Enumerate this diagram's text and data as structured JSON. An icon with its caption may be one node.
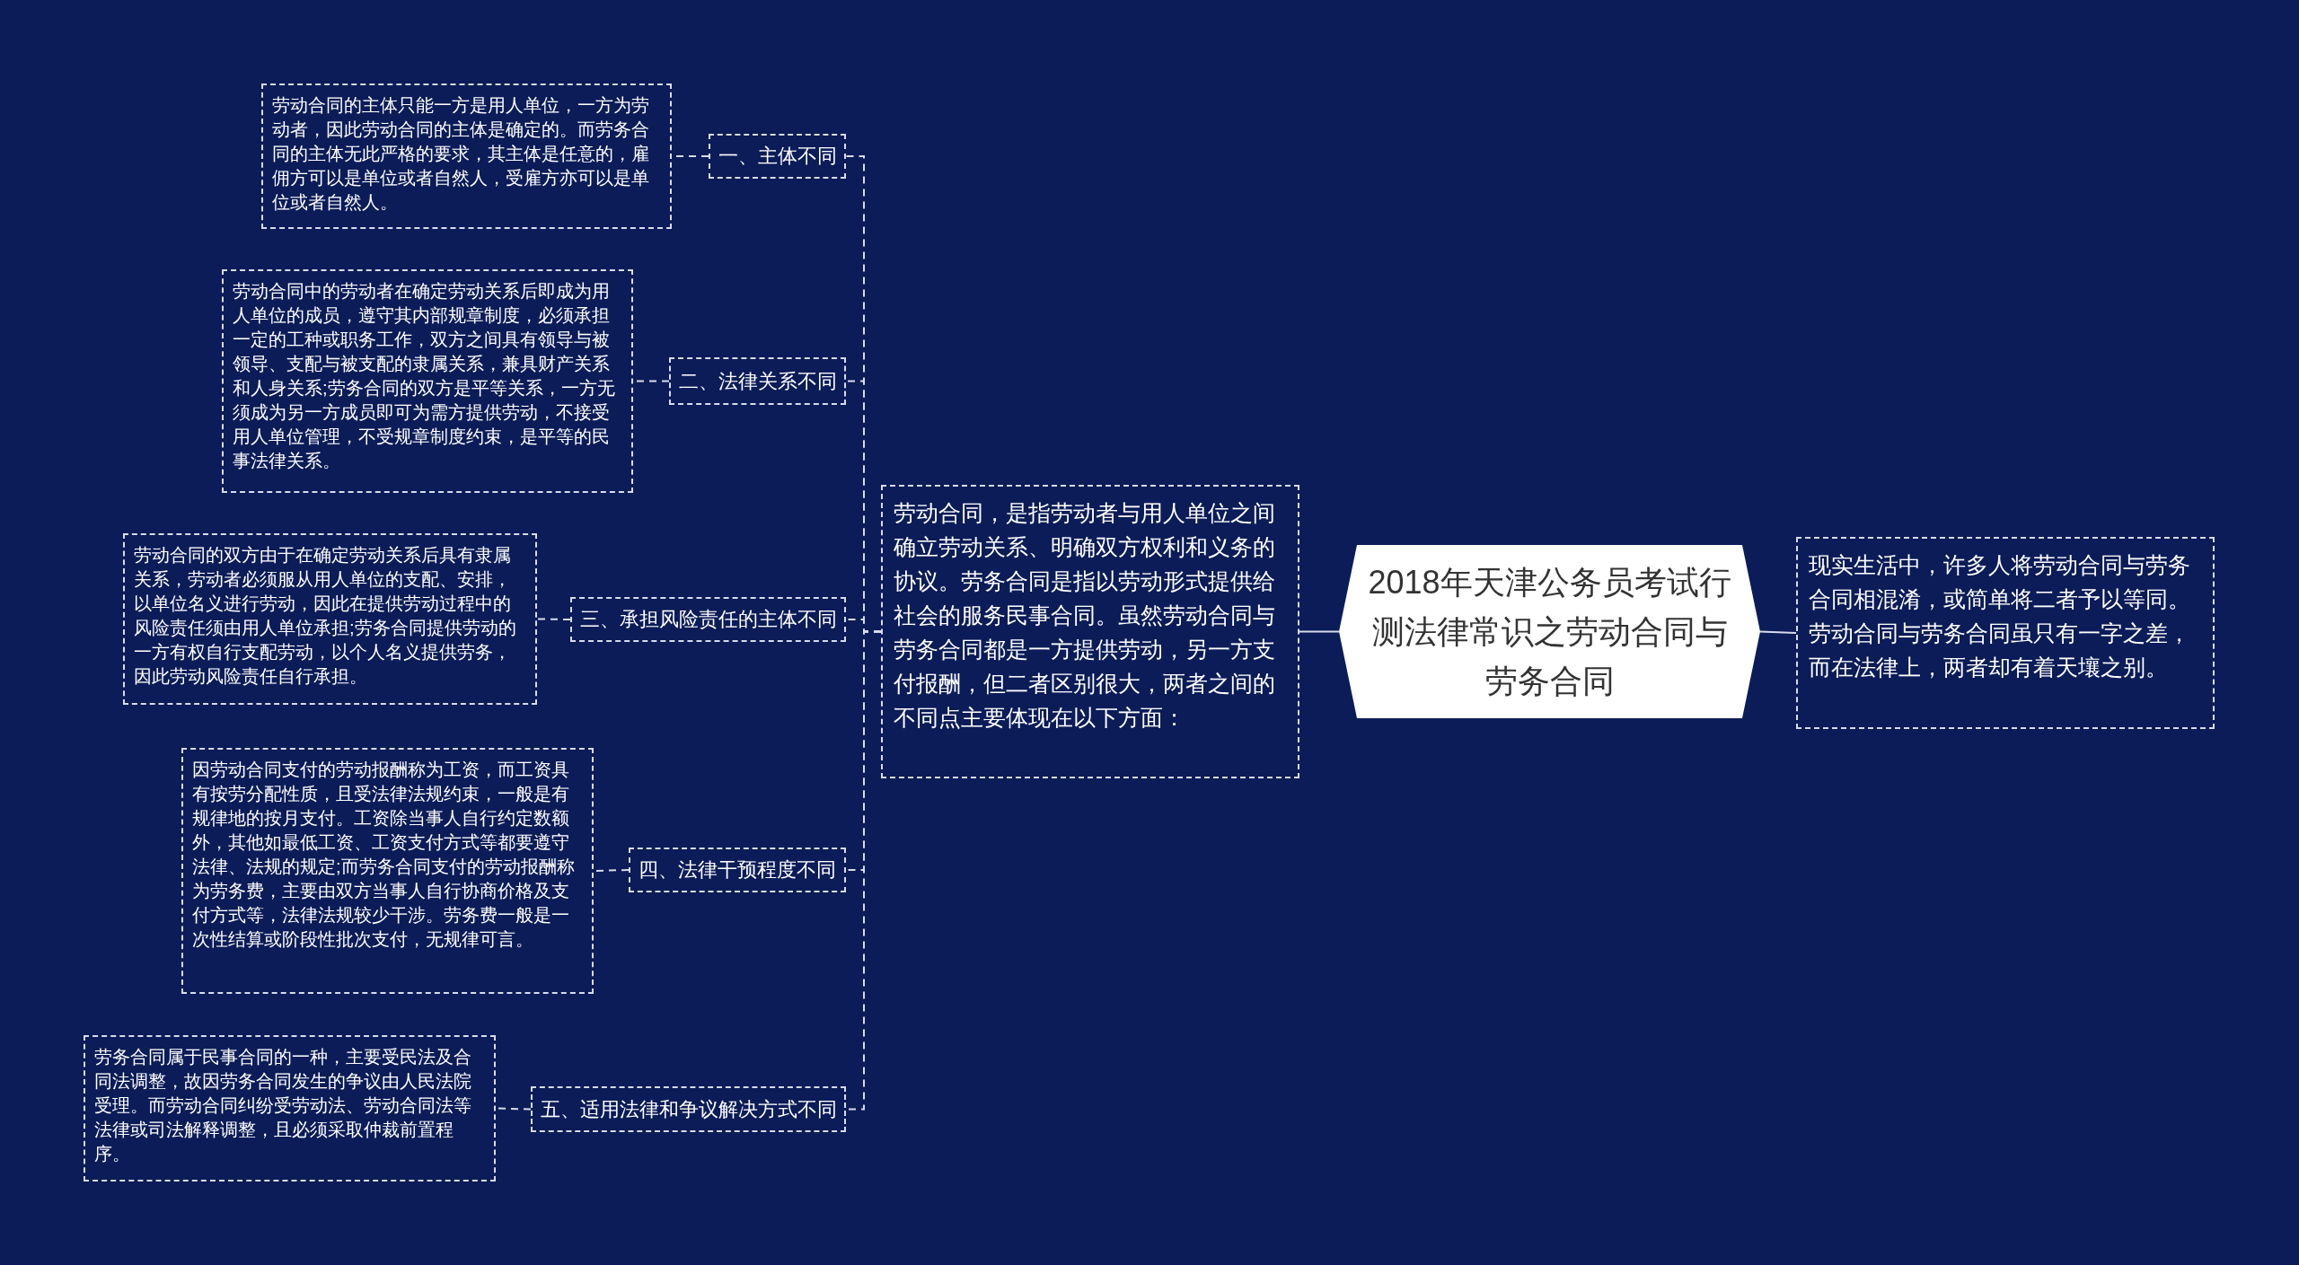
{
  "diagram": {
    "nodes": [
      {
        "text": [
          "2018年天津公务员考试行测法律常识之劳动合同与劳务合同"
        ]
      },
      {
        "text": [
          "劳动合同，是指劳动者与用人单位之间确立劳动关系、明确双方权利和义务的协议。劳务合同是指以劳动形式提供给社会的服务民事合同。虽然劳动合同与劳务合同都是一方提供劳动，另一方支付报酬，但二者区别很大，两者之间的不同点主要体现在以下方面："
        ]
      },
      {
        "text": [
          "现实生活中，许多人将劳动合同与劳务合同相混淆，或简单将二者予以等同。劳动合同与劳务合同虽只有一字之差，而在法律上，两者却有着天壤之别。"
        ]
      },
      {
        "text": [
          "一、主体不同"
        ]
      },
      {
        "text": [
          "劳动合同的主体只能一方是用人单位，一方为劳动者，因此劳动合同的主体是确定的。而劳务合同的主体无此严格的要求，其主体是任意的，雇佣方可以是单位或者自然人，受雇方亦可以是单位或者自然人。"
        ]
      },
      {
        "text": [
          "二、法律关系不同"
        ]
      },
      {
        "text": [
          "劳动合同中的劳动者在确定劳动关系后即成为用人单位的成员，遵守其内部规章制度，必须承担一定的工种或职务工作，双方之间具有领导与被领导、支配与被支配的隶属关系，兼具财产关系和人身关系;劳务合同的双方是平等关系，一方无须成为另一方成员即可为需方提供劳动，不接受用人单位管理，不受规章制度约束，是平等的民事法律关系。"
        ]
      },
      {
        "text": [
          "三、承担风险责任的主体不同"
        ]
      },
      {
        "text": [
          "劳动合同的双方由于在确定劳动关系后具有隶属关系，劳动者必须服从用人单位的支配、安排，以单位名义进行劳动，因此在提供劳动过程中的风险责任须由用人单位承担;劳务合同提供劳动的一方有权自行支配劳动，以个人名义提供劳务，因此劳动风险责任自行承担。"
        ]
      },
      {
        "text": [
          "四、法律干预程度不同"
        ]
      },
      {
        "text": [
          "因劳动合同支付的劳动报酬称为工资，而工资具有按劳分配性质，且受法律法规约束，一般是有规律地的按月支付。工资除当事人自行约定数额外，其他如最低工资、工资支付方式等都要遵守法律、法规的规定;而劳务合同支付的劳动报酬称为劳务费，主要由双方当事人自行协商价格及支付方式等，法律法规较少干涉。劳务费一般是一次性结算或阶段性批次支付，无规律可言。"
        ]
      },
      {
        "text": [
          "五、适用法律和争议解决方式不同"
        ]
      },
      {
        "text": [
          "劳务合同属于民事合同的一种，主要受民法及合同法调整，故因劳务合同发生的争议由人民法院受理。而劳动合同纠纷受劳动法、劳动合同法等法律或司法解释调整，且必须采取仲裁前置程序。"
        ]
      }
    ],
    "edges": [
      {
        "from": 0,
        "to": 1,
        "arrow": "none"
      },
      {
        "from": 0,
        "to": 2,
        "arrow": "none"
      },
      {
        "from": 1,
        "to": 3,
        "arrow": "none",
        "style": "dashed"
      },
      {
        "from": 3,
        "to": 4,
        "arrow": "none",
        "style": "dashed"
      },
      {
        "from": 1,
        "to": 5,
        "arrow": "none",
        "style": "dashed"
      },
      {
        "from": 5,
        "to": 6,
        "arrow": "none",
        "style": "dashed"
      },
      {
        "from": 1,
        "to": 7,
        "arrow": "none",
        "style": "dashed"
      },
      {
        "from": 7,
        "to": 8,
        "arrow": "none",
        "style": "dashed"
      },
      {
        "from": 1,
        "to": 9,
        "arrow": "none",
        "style": "dashed"
      },
      {
        "from": 9,
        "to": 10,
        "arrow": "none",
        "style": "dashed"
      },
      {
        "from": 1,
        "to": 11,
        "arrow": "none",
        "style": "dashed"
      },
      {
        "from": 11,
        "to": 12,
        "arrow": "none",
        "style": "dashed"
      }
    ]
  }
}
